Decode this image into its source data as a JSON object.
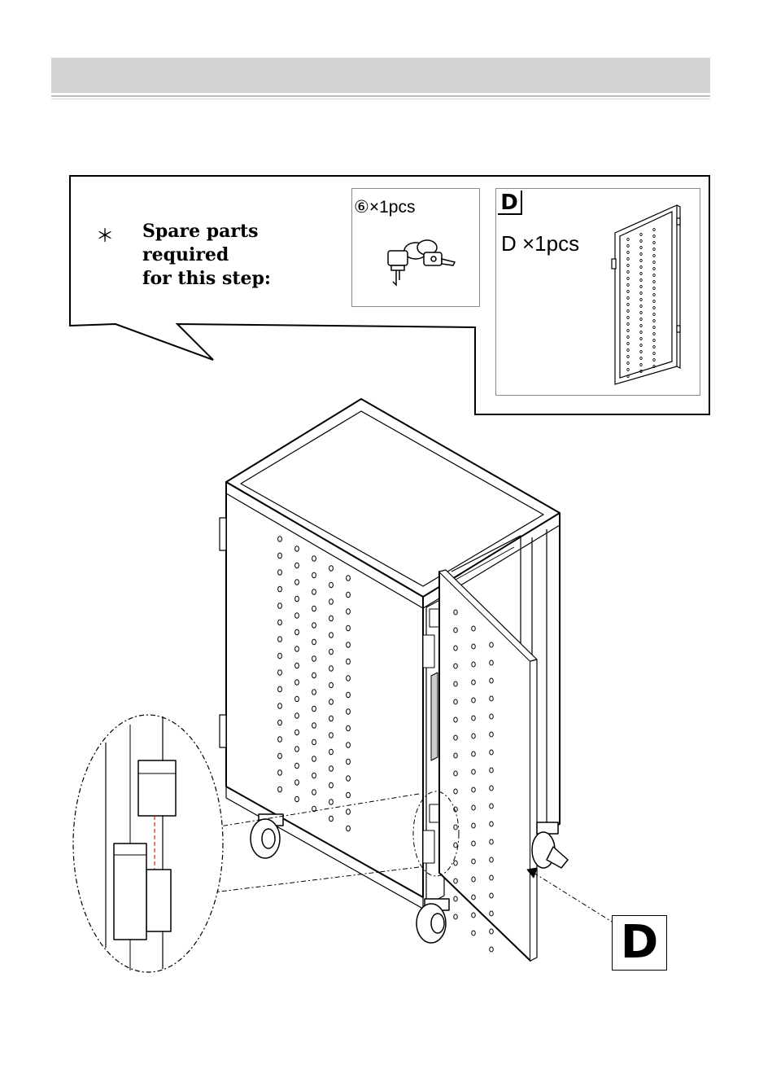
{
  "callout": {
    "bullet": "＊",
    "spare_parts_text_line1": "Spare parts required",
    "spare_parts_text_line2": "for this step:"
  },
  "parts": {
    "keys_label": "⑥×1pcs",
    "door_tag": "D",
    "door_label": "D ×1pcs"
  },
  "assembly": {
    "door_tag": "D"
  }
}
